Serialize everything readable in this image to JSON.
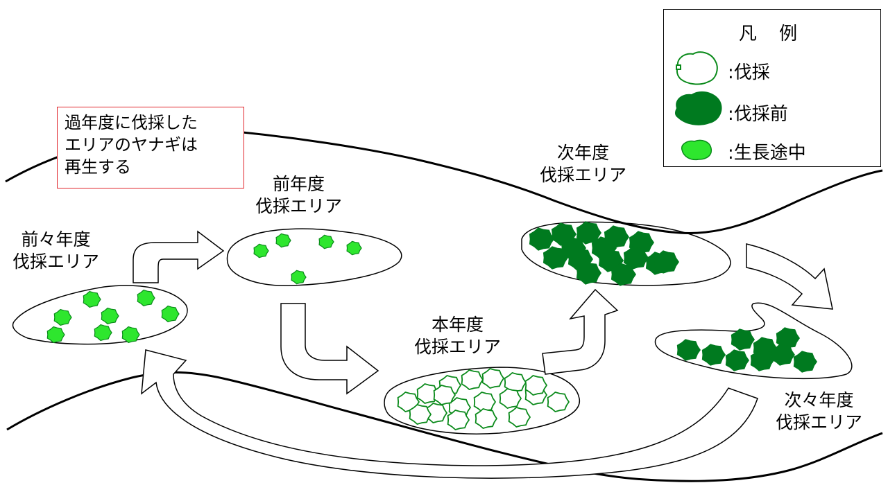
{
  "note": {
    "lines": [
      "過年度に伐採した",
      "エリアのヤナギは",
      "再生する"
    ]
  },
  "areas": [
    {
      "id": "zenzen",
      "lines": [
        "前々年度",
        "伐採エリア"
      ],
      "state": "growing"
    },
    {
      "id": "zen",
      "lines": [
        "前年度",
        "伐採エリア"
      ],
      "state": "growing"
    },
    {
      "id": "hon",
      "lines": [
        "本年度",
        "伐採エリア"
      ],
      "state": "cut"
    },
    {
      "id": "ji",
      "lines": [
        "次年度",
        "伐採エリア"
      ],
      "state": "before-cut"
    },
    {
      "id": "jiji",
      "lines": [
        "次々年度",
        "伐採エリア"
      ],
      "state": "before-cut"
    }
  ],
  "legend": {
    "title": "凡 例",
    "items": [
      {
        "label": ":伐採",
        "symbol": "cut"
      },
      {
        "label": ":伐採前",
        "symbol": "before-cut"
      },
      {
        "label": ":生長途中",
        "symbol": "growing"
      }
    ]
  },
  "colors": {
    "before_cut": "#007a1f",
    "growing": "#2ee62e",
    "cut_outline": "#0a8a1a",
    "note_border": "#e0242a",
    "line": "#000000"
  }
}
